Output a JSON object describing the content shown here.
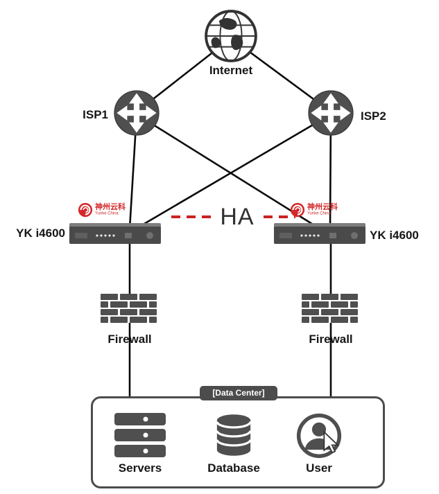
{
  "nodes": {
    "internet": {
      "label": "Internet"
    },
    "isp1": {
      "label": "ISP1"
    },
    "isp2": {
      "label": "ISP2"
    },
    "yk_left": {
      "label": "YK i4600"
    },
    "yk_right": {
      "label": "YK i4600"
    },
    "ha": {
      "label": "HA"
    },
    "firewall_left": {
      "label": "Firewall"
    },
    "firewall_right": {
      "label": "Firewall"
    },
    "datacenter": {
      "label": "[Data Center]"
    },
    "servers": {
      "label": "Servers"
    },
    "database": {
      "label": "Database"
    },
    "user": {
      "label": "User"
    }
  },
  "logo": {
    "brand": "神州云科",
    "sub": "Yunke China"
  },
  "edges": [
    {
      "from": "internet",
      "to": "isp1",
      "style": "solid"
    },
    {
      "from": "internet",
      "to": "isp2",
      "style": "solid"
    },
    {
      "from": "isp1",
      "to": "yk_left",
      "style": "solid"
    },
    {
      "from": "isp1",
      "to": "yk_right",
      "style": "solid"
    },
    {
      "from": "isp2",
      "to": "yk_left",
      "style": "solid"
    },
    {
      "from": "isp2",
      "to": "yk_right",
      "style": "solid"
    },
    {
      "from": "yk_left",
      "to": "yk_right",
      "style": "dashed-red",
      "label": "HA"
    },
    {
      "from": "yk_left",
      "to": "firewall_left",
      "style": "solid"
    },
    {
      "from": "yk_right",
      "to": "firewall_right",
      "style": "solid"
    },
    {
      "from": "firewall_left",
      "to": "datacenter",
      "style": "solid"
    },
    {
      "from": "firewall_right",
      "to": "datacenter",
      "style": "solid"
    }
  ],
  "colors": {
    "node_gray": "#4f4f4f",
    "line_black": "#0a0a0a",
    "ha_red": "#cc2222",
    "logo_red": "#d3282a"
  }
}
